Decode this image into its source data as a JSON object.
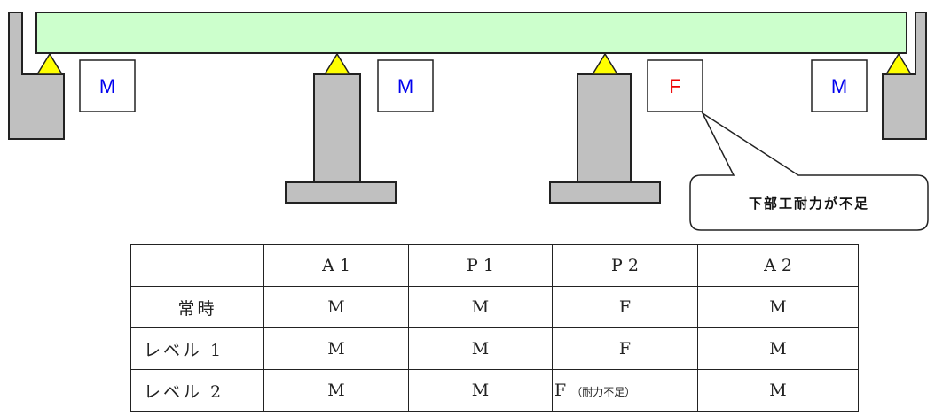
{
  "supports": [
    {
      "id": "A1",
      "bearing": "M",
      "bearing_color": "#0000ee"
    },
    {
      "id": "P1",
      "bearing": "M",
      "bearing_color": "#0000ee"
    },
    {
      "id": "P2",
      "bearing": "F",
      "bearing_color": "#ee0000"
    },
    {
      "id": "A2",
      "bearing": "M",
      "bearing_color": "#0000ee"
    }
  ],
  "callout": {
    "text": "下部工耐力が不足"
  },
  "colors": {
    "girder": "#ccffcc",
    "substructure": "#c0c0c0",
    "bearing_shoe": "#ffff00",
    "outline": "#222222"
  },
  "table": {
    "corner": "",
    "headers": [
      "A 1",
      "P 1",
      "P 2",
      "A 2"
    ],
    "rows": [
      {
        "label": "常時",
        "cells": [
          "M",
          "M",
          "F",
          "M"
        ]
      },
      {
        "label": "レベル 1",
        "cells": [
          "M",
          "M",
          "F",
          "M"
        ]
      },
      {
        "label": "レベル 2",
        "cells": [
          "M",
          "M",
          "F",
          "M"
        ],
        "p2_note": "（耐力不足）"
      }
    ]
  }
}
